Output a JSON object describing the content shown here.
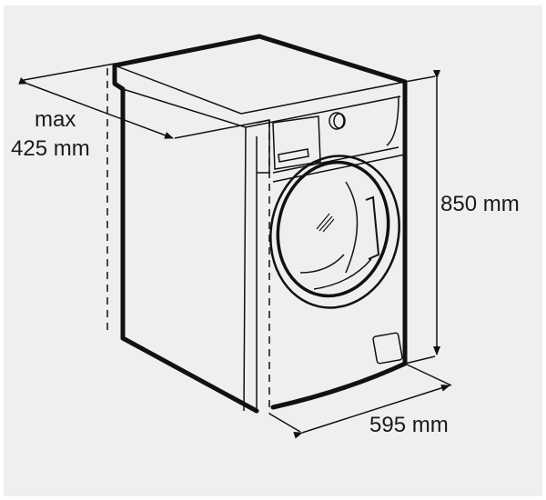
{
  "diagram": {
    "subject": "Front-loading washing machine dimensions",
    "dimensions": {
      "depth": {
        "line1": "max",
        "line2": "425 mm"
      },
      "height": {
        "label": "850 mm"
      },
      "width": {
        "label": "595 mm"
      }
    },
    "colors": {
      "background": "#efefef",
      "line": "#111111",
      "text": "#1a1a1a"
    }
  }
}
